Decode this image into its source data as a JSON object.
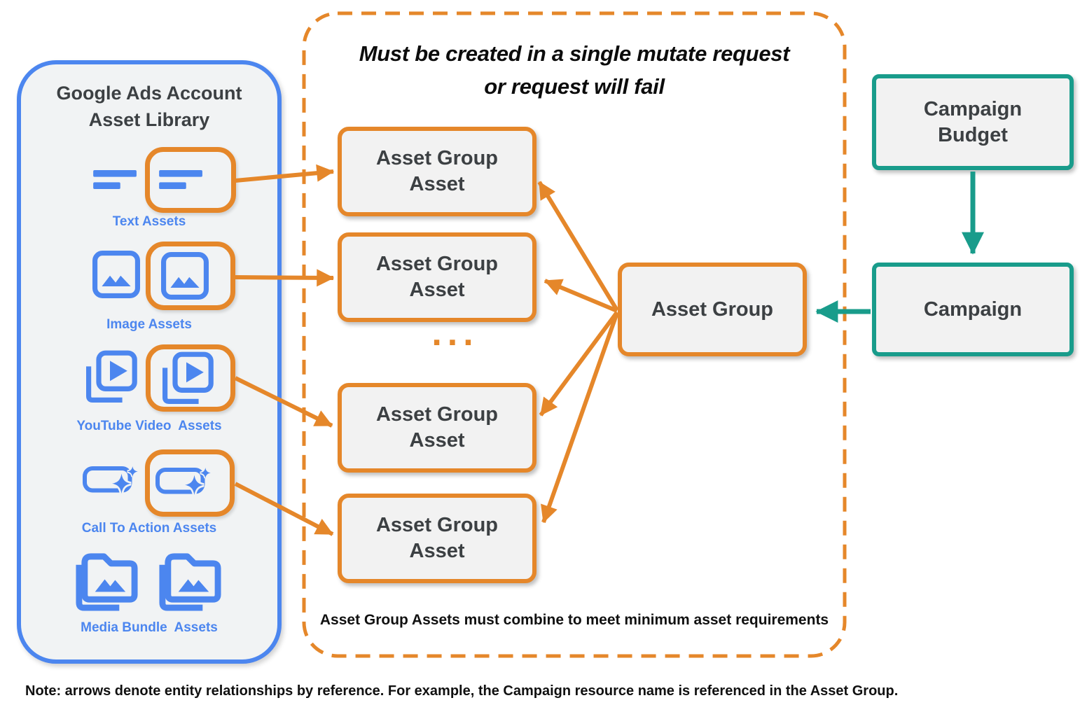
{
  "asset_library": {
    "title_line1": "Google Ads Account",
    "title_line2": "Asset Library",
    "items": [
      {
        "label": "Text Assets",
        "icon": "text-lines-icon"
      },
      {
        "label": "Image Assets",
        "icon": "image-icon"
      },
      {
        "label": "YouTube Video  Assets",
        "icon": "video-stack-icon"
      },
      {
        "label": "Call To Action Assets",
        "icon": "cta-sparkle-icon"
      },
      {
        "label": "Media Bundle  Assets",
        "icon": "media-bundle-icon"
      }
    ]
  },
  "mutate_group": {
    "title_line1": "Must be created in a single mutate request",
    "title_line2": "or request will fail",
    "asset_group_assets": [
      {
        "label": "Asset Group Asset"
      },
      {
        "label": "Asset Group Asset"
      },
      {
        "label": "Asset Group Asset"
      },
      {
        "label": "Asset Group Asset"
      }
    ],
    "ellipsis": "...",
    "footer": "Asset Group Assets must combine to meet minimum asset requirements"
  },
  "entities": {
    "asset_group": "Asset Group",
    "campaign_budget": "Campaign Budget",
    "campaign": "Campaign"
  },
  "note": "Note: arrows denote entity relationships by reference. For example, the Campaign resource name is referenced in the Asset Group.",
  "colors": {
    "orange": "#E5872A",
    "blue": "#4C86EF",
    "teal": "#199C8B",
    "dark_text": "#3C4043",
    "box_fill": "#F2F2F2",
    "panel_fill": "#F1F3F4"
  }
}
